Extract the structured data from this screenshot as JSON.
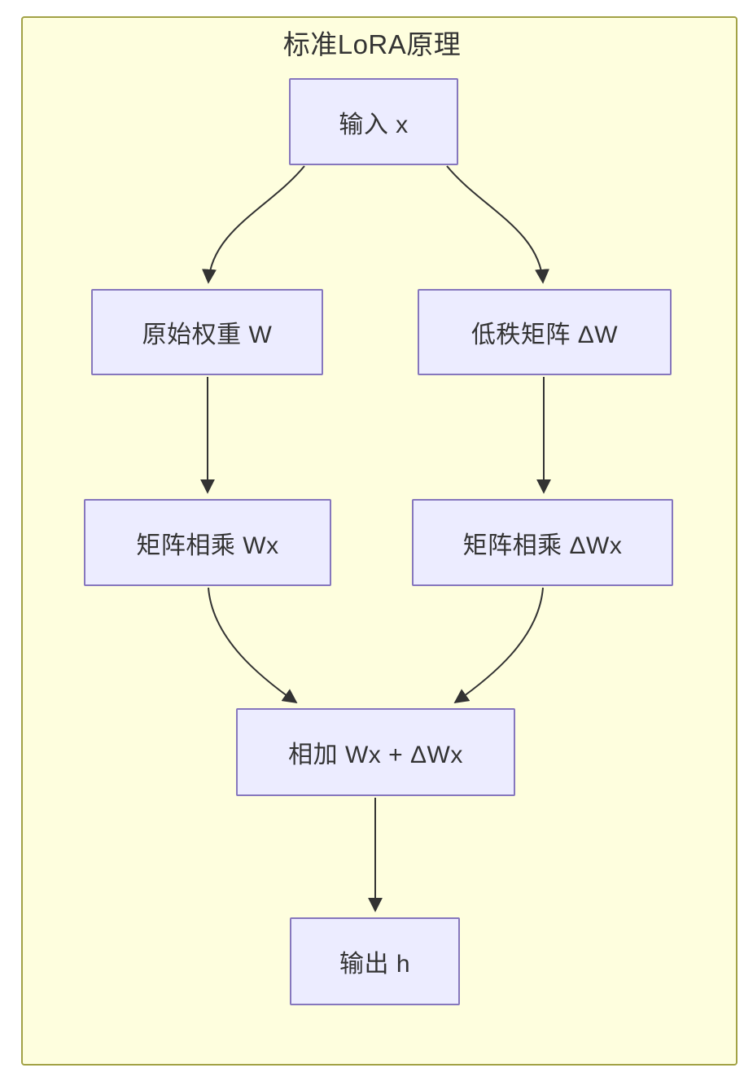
{
  "page": {
    "kind": "flowchart-diagram",
    "title": "标准LoRA原理"
  },
  "diagram": {
    "direction": "top-down",
    "nodes": [
      {
        "id": "input",
        "label": "输入 x"
      },
      {
        "id": "original-weight",
        "label": "原始权重 W"
      },
      {
        "id": "low-rank-matrix",
        "label": "低秩矩阵 ΔW"
      },
      {
        "id": "multiply-wx",
        "label": "矩阵相乘 Wx"
      },
      {
        "id": "multiply-dwx",
        "label": "矩阵相乘 ΔWx"
      },
      {
        "id": "add",
        "label": "相加 Wx + ΔWx"
      },
      {
        "id": "output",
        "label": "输出 h"
      }
    ],
    "edges": [
      {
        "from": "input",
        "to": "original-weight"
      },
      {
        "from": "input",
        "to": "low-rank-matrix"
      },
      {
        "from": "original-weight",
        "to": "multiply-wx"
      },
      {
        "from": "low-rank-matrix",
        "to": "multiply-dwx"
      },
      {
        "from": "multiply-wx",
        "to": "add"
      },
      {
        "from": "multiply-dwx",
        "to": "add"
      },
      {
        "from": "add",
        "to": "output"
      }
    ],
    "colors": {
      "panel_background": "#FEFEDE",
      "panel_border": "#A2A245",
      "node_fill": "#ECECFF",
      "node_border": "#8677BD",
      "edge_stroke": "#333333",
      "text": "#333333",
      "page_background": "#FFFFFF"
    }
  }
}
